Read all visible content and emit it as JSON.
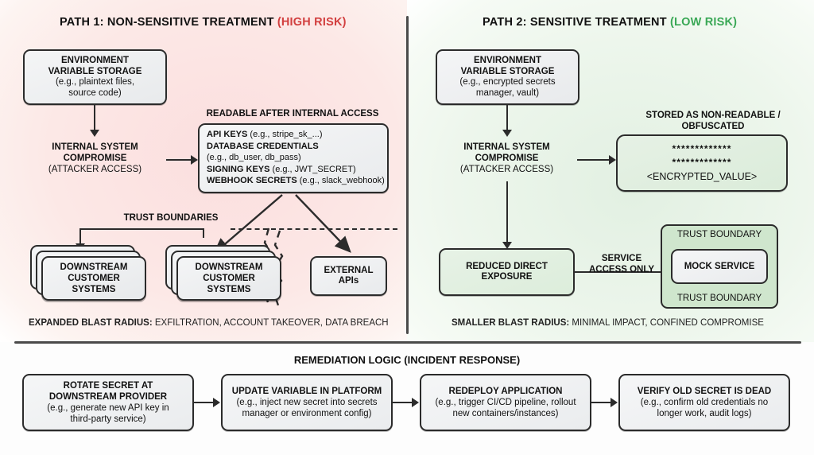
{
  "diagram": {
    "title_left": "PATH 1: NON-SENSITIVE TREATMENT",
    "title_left_risk": "(HIGH RISK)",
    "title_right": "PATH 2: SENSITIVE TREATMENT",
    "title_right_risk": "(LOW RISK)",
    "colors": {
      "high_risk": "#d23f3f",
      "low_risk": "#3aa856",
      "left_bg": "#fbe4e4",
      "right_bg": "#e8f3e7",
      "node_border": "#2b2b2b"
    }
  },
  "path1": {
    "env_storage": {
      "line1": "ENVIRONMENT",
      "line2": "VARIABLE STORAGE",
      "line3": "(e.g., plaintext files,",
      "line4": "source code)"
    },
    "compromise": {
      "line1": "INTERNAL SYSTEM",
      "line2": "COMPROMISE",
      "line3": "(ATTACKER ACCESS)"
    },
    "readable_heading": "READABLE AFTER INTERNAL ACCESS",
    "creds": [
      {
        "label": "API KEYS",
        "example": "(e.g., stripe_sk_...)"
      },
      {
        "label": "DATABASE CREDENTIALS",
        "example": ""
      },
      {
        "label": "",
        "example": "(e.g., db_user, db_pass)"
      },
      {
        "label": "SIGNING KEYS",
        "example": "(e.g., JWT_SECRET)"
      },
      {
        "label": "WEBHOOK SECRETS",
        "example": "(e.g., slack_webhook)"
      }
    ],
    "trust_boundaries_label": "TRUST BOUNDARIES",
    "downstream_a": {
      "line1": "DOWNSTREAM",
      "line2": "CUSTOMER",
      "line3": "SYSTEMS"
    },
    "downstream_b": {
      "line1": "DOWNSTREAM",
      "line2": "CUSTOMER",
      "line3": "SYSTEMS"
    },
    "external_apis": {
      "line1": "EXTERNAL",
      "line2": "APIs"
    },
    "caption_bold": "EXPANDED BLAST RADIUS:",
    "caption_rest": " EXFILTRATION, ACCOUNT TAKEOVER, DATA BREACH"
  },
  "path2": {
    "env_storage": {
      "line1": "ENVIRONMENT",
      "line2": "VARIABLE STORAGE",
      "line3": "(e.g., encrypted secrets",
      "line4": "manager, vault)"
    },
    "compromise": {
      "line1": "INTERNAL SYSTEM",
      "line2": "COMPROMISE",
      "line3": "(ATTACKER ACCESS)"
    },
    "stored_heading_line1": "STORED AS NON-READABLE /",
    "stored_heading_line2": "OBFUSCATED",
    "masked_line1": "*************",
    "masked_line2": "*************",
    "masked_line3": "<ENCRYPTED_VALUE>",
    "reduced_exposure": {
      "line1": "REDUCED DIRECT",
      "line2": "EXPOSURE"
    },
    "service_access_line1": "SERVICE",
    "service_access_line2": "ACCESS ONLY",
    "trust_boundary_top": "TRUST BOUNDARY",
    "trust_boundary_bottom": "TRUST BOUNDARY",
    "mock_service": "MOCK SERVICE",
    "caption_bold": "SMALLER BLAST RADIUS:",
    "caption_rest": " MINIMAL IMPACT, CONFINED COMPROMISE"
  },
  "remediation": {
    "title": "REMEDIATION LOGIC (INCIDENT RESPONSE)",
    "steps": [
      {
        "title1": "ROTATE SECRET AT",
        "title2": "DOWNSTREAM PROVIDER",
        "desc1": "(e.g., generate new API key in",
        "desc2": "third-party service)"
      },
      {
        "title1": "UPDATE VARIABLE IN PLATFORM",
        "title2": "",
        "desc1": "(e.g., inject new secret into secrets",
        "desc2": "manager or environment config)"
      },
      {
        "title1": "REDEPLOY APPLICATION",
        "title2": "",
        "desc1": "(e.g., trigger CI/CD pipeline, rollout",
        "desc2": "new containers/instances)"
      },
      {
        "title1": "VERIFY OLD SECRET IS DEAD",
        "title2": "",
        "desc1": "(e.g., confirm old credentials no",
        "desc2": "longer work, audit logs)"
      }
    ]
  }
}
